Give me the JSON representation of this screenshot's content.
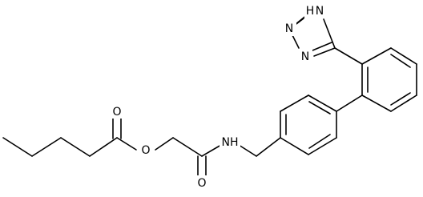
{
  "molecule": {
    "atoms": [
      {
        "id": "O_carbonyl_ester",
        "label": "O"
      },
      {
        "id": "O_ether",
        "label": "O"
      },
      {
        "id": "O_carbonyl_amide",
        "label": "O"
      },
      {
        "id": "NH_amide",
        "label": "NH"
      },
      {
        "id": "tetrazole_N1H",
        "label": "NH"
      },
      {
        "id": "tetrazole_N2",
        "label": "N"
      },
      {
        "id": "tetrazole_N3",
        "label": "N"
      },
      {
        "id": "tetrazole_N4",
        "label": "N"
      }
    ],
    "labels": {
      "tetrazole_H": "H",
      "tetrazole_N1": "N"
    }
  },
  "colors": {
    "bond": "#000000",
    "background": "#ffffff",
    "text": "#000000"
  }
}
